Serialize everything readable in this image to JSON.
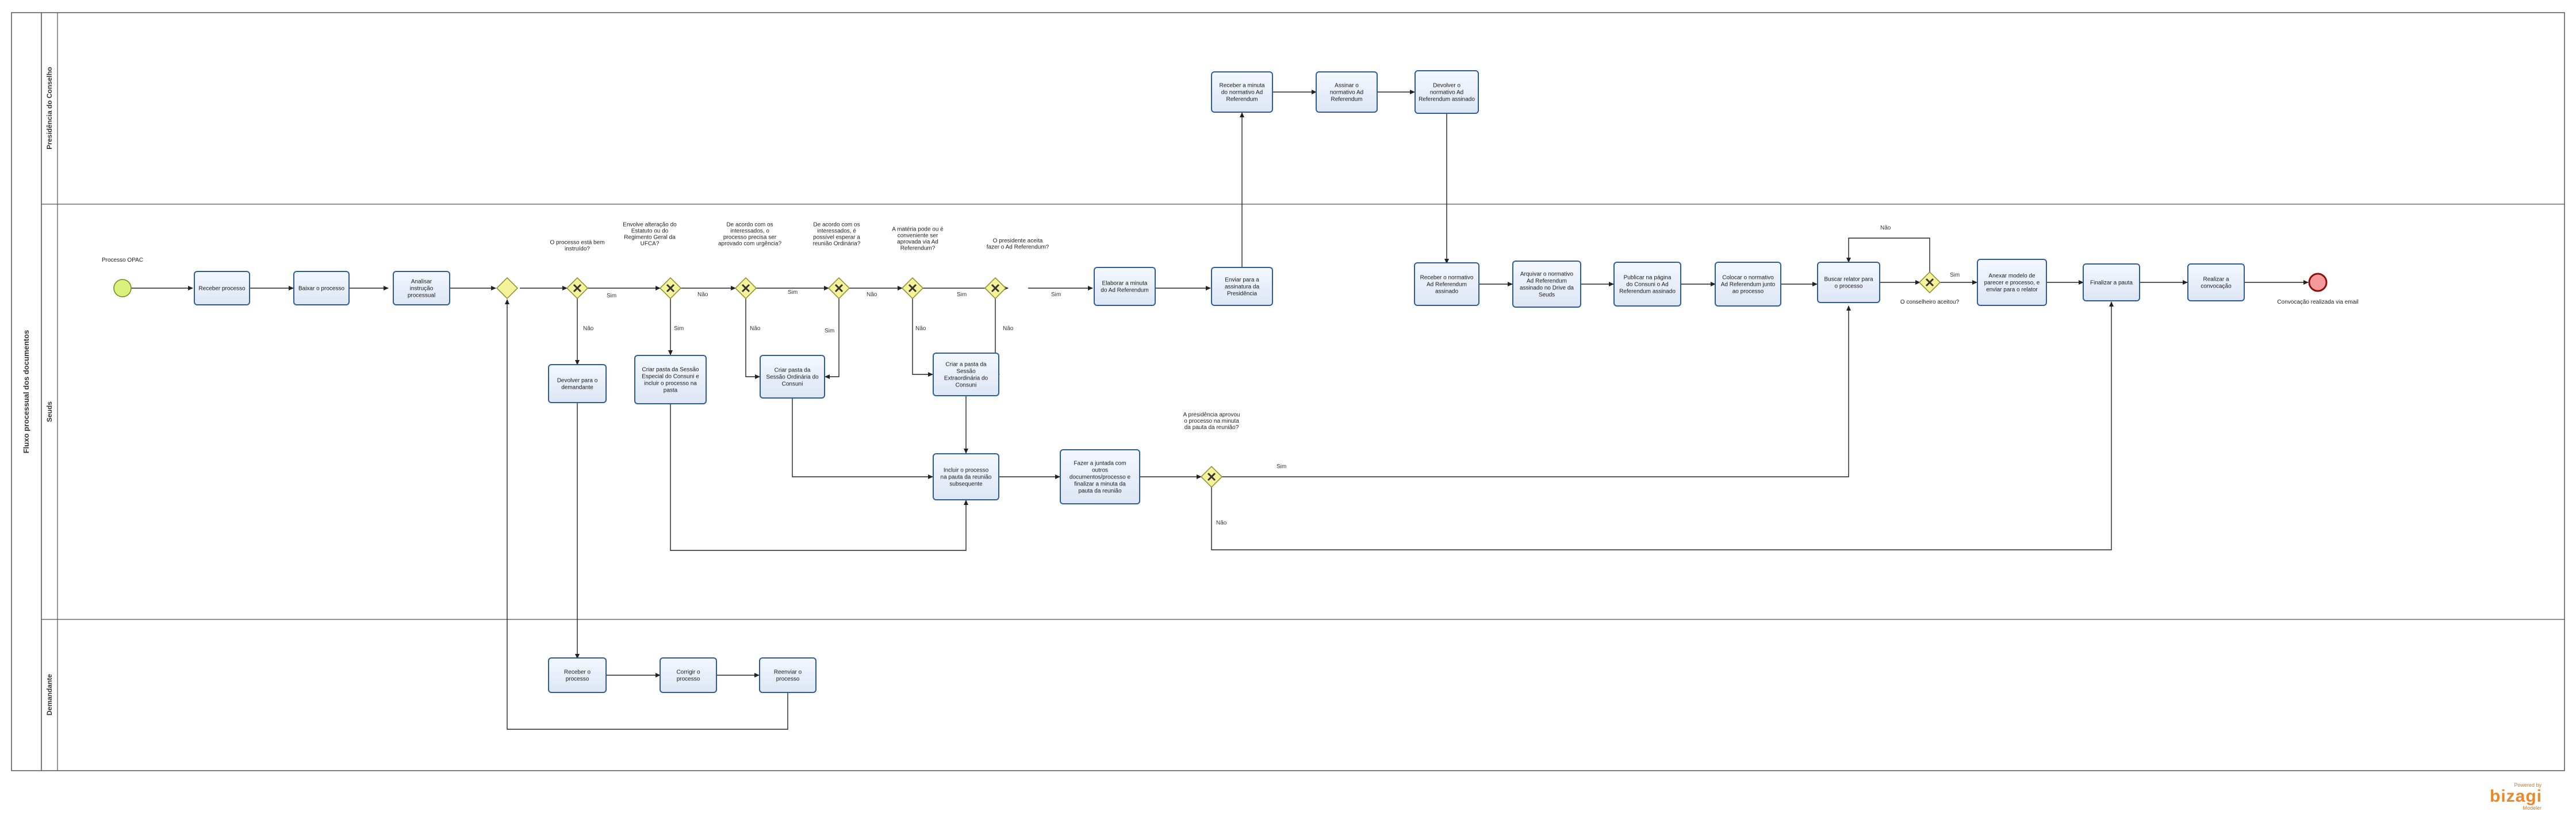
{
  "pool": {
    "label": "Fluxo processual dos documentos"
  },
  "lanes": [
    {
      "label": "Presidência do Conselho"
    },
    {
      "label": "Seuds"
    },
    {
      "label": "Demandante"
    }
  ],
  "events": {
    "start": "Processo OPAC",
    "end": "Convocação realizada via email"
  },
  "tasks": {
    "receber_processo": "Receber processo",
    "baixar_processo": "Baixar o processo",
    "analisar_instrucao": "Analisar instrução processual",
    "devolver_demandante": "Devolver para o demandante",
    "criar_pasta_especial": "Criar pasta da Sessão Especial do Consuni e incluir o processo na pasta",
    "criar_pasta_ordinaria": "Criar pasta da Sessão Ordinária do Consuni",
    "criar_pasta_extraordinaria": "Criar a pasta da Sessão Extraordinária do Consuni",
    "incluir_pauta": "Incluir o processo na pauta da reunião subsequente",
    "fazer_juntada": "Fazer a juntada com outros documentos/processo e finalizar a minuta da pauta da reunião",
    "elaborar_minuta": "Elaborar a minuta do Ad Referendum",
    "enviar_assinatura": "Enviar para a assinatura da Presidência",
    "receber_minuta": "Receber a minuta do normativo Ad Referendum",
    "assinar_normativo": "Assinar o normativo Ad Referendum",
    "devolver_normativo": "Devolver o normativo Ad Referendum assinado",
    "receber_normativo": "Receber o normativo Ad Referendum assinado",
    "arquivar_normativo": "Arquivar o normativo Ad Referendum assinado no Drive da Seuds",
    "publicar_normativo": "Publicar na página do Consuni o Ad Referendum assinado",
    "colocar_normativo": "Colocar o normativo Ad Referendum junto ao processo",
    "buscar_relator": "Buscar relator para o processo",
    "anexar_modelo": "Anexar modelo de parecer e processo, e enviar para o relator",
    "finalizar_pauta": "Finalizar a pauta",
    "realizar_convocacao": "Realizar a convocação",
    "receber_demandante": "Receber o processo",
    "corrigir": "Corrigir o processo",
    "reenviar": "Reenviar o processo"
  },
  "gateways": {
    "g1": "O processo está bem instruído?",
    "g2": "Envolve alteração do Estatuto ou do Regimento Geral da UFCA?",
    "g3": "De acordo com os interessados, o processo precisa ser aprovado com urgência?",
    "g4": "De acordo com os interessados, é possível esperar a reunião Ordinária?",
    "g5": "A matéria pode ou é conveniente ser aprovada via Ad Referendum?",
    "g6": "O presidente aceita fazer o Ad Referendum?",
    "g7": "A presidência aprovou o processo na minuta da pauta da reunião?",
    "g8": "O conselheiro aceitou?"
  },
  "flow_labels": {
    "sim": "Sim",
    "nao": "Não"
  },
  "brand": {
    "small": "Powered by",
    "logo": "bizagi",
    "sub": "Modeler"
  }
}
